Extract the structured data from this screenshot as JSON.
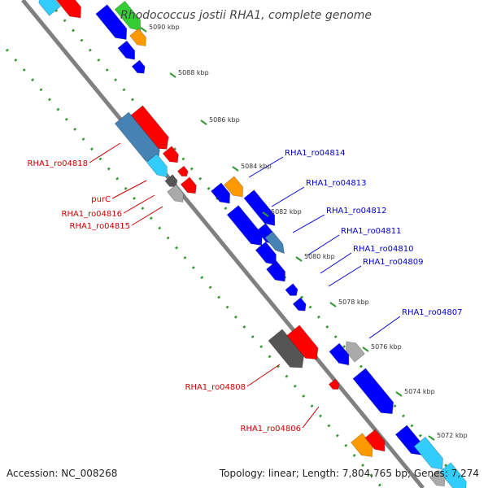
{
  "title": "Rhodococcus jostii RHA1, complete genome",
  "footer": {
    "accession": "Accession: NC_008268",
    "summary": "Topology: linear; Length: 7,804,765 bp; Genes: 7,274"
  },
  "colors": {
    "backbone": "#808080",
    "ruler": "#339933",
    "reverse_label": "#cc0000",
    "forward_label": "#0000cc",
    "red": "#ff0000",
    "blue": "#0000ff",
    "cyan": "#33ccff",
    "green": "#33cc33",
    "orange": "#ff9900",
    "steel": "#4682b4",
    "gray": "#aaaaaa",
    "darkgray": "#555555"
  },
  "ticks": [
    "5090 kbp",
    "5088 kbp",
    "5086 kbp",
    "5084 kbp",
    "5082 kbp",
    "5080 kbp",
    "5078 kbp",
    "5076 kbp",
    "5074 kbp",
    "5072 kbp"
  ],
  "reverse_labels": [
    "RHA1_ro04818",
    "purC",
    "RHA1_ro04816",
    "RHA1_ro04815",
    "RHA1_ro04808",
    "RHA1_ro04806"
  ],
  "forward_labels": [
    "RHA1_ro04814",
    "RHA1_ro04813",
    "RHA1_ro04812",
    "RHA1_ro04811",
    "RHA1_ro04810",
    "RHA1_ro04809",
    "RHA1_ro04807"
  ]
}
